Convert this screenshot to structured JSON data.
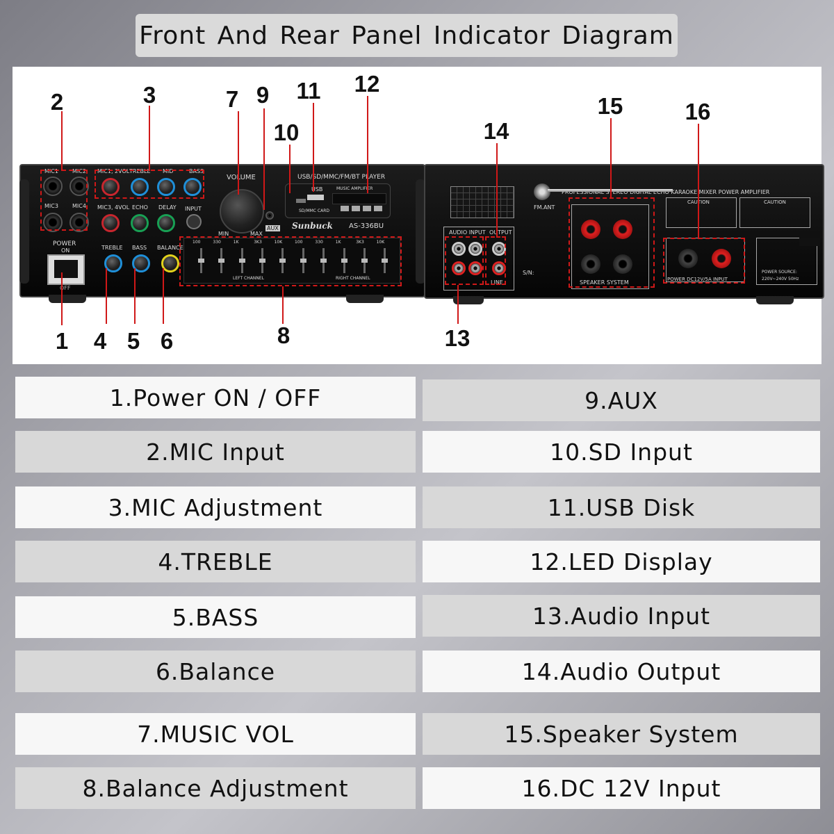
{
  "title": "Front And Rear Panel Indicator Diagram",
  "front_panel": {
    "power_label": "POWER",
    "on_label": "ON",
    "off_label": "OFF",
    "mic_labels": [
      "MIC1",
      "MIC2",
      "MIC3",
      "MIC4"
    ],
    "top_knob_labels": [
      "MIC1, 2VOL",
      "TREBLE",
      "MID",
      "BASS"
    ],
    "mid_knob_labels": [
      "MIC3, 4VOL",
      "ECHO",
      "DELAY"
    ],
    "eq_knob_labels": [
      "TREBLE",
      "BASS",
      "BALANCE"
    ],
    "volume_label": "VOLUME",
    "min_label": "MIN",
    "max_label": "MAX",
    "aux_label": "AUX",
    "input_label": "INPUT",
    "player_label": "USB/SD/MMC/FM/BT PLAYER",
    "usb_label": "USB",
    "sd_label": "SD/MMC CARD",
    "music_label": "MUSIC AMPLIFIER",
    "brand": "Sunbuck",
    "model": "AS-336BU",
    "eq_freqs": [
      "100",
      "330",
      "1K",
      "3K3",
      "10K",
      "100",
      "330",
      "1K",
      "3K3",
      "10K"
    ],
    "left_channel": "LEFT CHANNEL",
    "right_channel": "RIGHT CHANNEL"
  },
  "rear_panel": {
    "header": "PROFESSIONAL STEREO DIGITAL ECHO KARAOKE MIXER POWER AMPLIFIER",
    "fm_ant": "FM.ANT",
    "caution": "CAUTION",
    "audio_input": "AUDIO INPUT",
    "output": "OUTPUT",
    "line": "LINE",
    "speaker_system": "SPEAKER SYSTEM",
    "power_dc": "POWER DC12V/5A INPUT",
    "power_source": "POWER SOURCE:",
    "power_spec": "220V~240V 50Hz",
    "sn": "S/N:"
  },
  "callouts": [
    "1",
    "2",
    "3",
    "4",
    "5",
    "6",
    "7",
    "8",
    "9",
    "10",
    "11",
    "12",
    "13",
    "14",
    "15",
    "16"
  ],
  "legend_left": [
    "1.Power ON / OFF",
    "2.MIC Input",
    "3.MIC Adjustment",
    "4.TREBLE",
    "5.BASS",
    "6.Balance",
    "7.MUSIC VOL",
    "8.Balance Adjustment"
  ],
  "legend_right": [
    "9.AUX",
    "10.SD Input",
    "11.USB Disk",
    "12.LED Display",
    "13.Audio Input",
    "14.Audio Output",
    "15.Speaker System",
    "16.DC 12V Input"
  ]
}
